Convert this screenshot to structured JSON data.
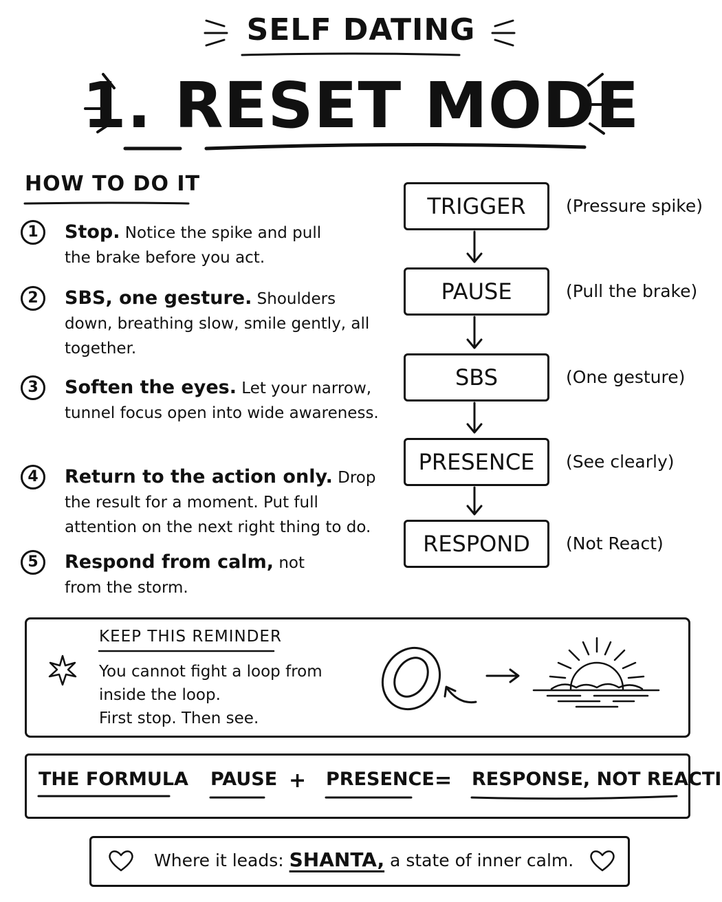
{
  "header": {
    "subtitle": "SELF DATING",
    "title": "1. RESET MODE"
  },
  "how_to": {
    "heading": "HOW TO DO IT",
    "steps": [
      {
        "num": "1",
        "title": "Stop.",
        "body": " Notice the spike and pull the brake before you act."
      },
      {
        "num": "2",
        "title": "SBS, one gesture.",
        "body": " Shoulders down, breathing slow, smile gently, all together."
      },
      {
        "num": "3",
        "title": "Soften the eyes.",
        "body": " Let your narrow, tunnel focus open into wide awareness."
      },
      {
        "num": "4",
        "title": "Return to the action only.",
        "body": " Drop the result for a moment. Put full attention on the next right thing to do."
      },
      {
        "num": "5",
        "title": "Respond from calm,",
        "body": " not from the storm."
      }
    ]
  },
  "flow": [
    {
      "label": "TRIGGER",
      "note": "(Pressure spike)"
    },
    {
      "label": "PAUSE",
      "note": "(Pull the brake)"
    },
    {
      "label": "SBS",
      "note": "(One gesture)"
    },
    {
      "label": "PRESENCE",
      "note": "(See clearly)"
    },
    {
      "label": "RESPOND",
      "note": "(Not React)"
    }
  ],
  "reminder": {
    "heading": "KEEP THIS REMINDER",
    "lines": [
      "You cannot fight a loop from",
      "inside the loop.",
      "First stop. Then see."
    ],
    "icons": [
      "sparkle-icon",
      "loop-icon",
      "arrow-right-icon",
      "sunrise-icon"
    ]
  },
  "formula": {
    "label": "THE FORMULA",
    "term1": "PAUSE",
    "plus": "+",
    "term2": "PRESENCE",
    "equals": "=",
    "result": "RESPONSE, NOT REACTION"
  },
  "leads": {
    "prefix": "Where it leads:",
    "highlight": "SHANTA,",
    "suffix": "a state of inner calm.",
    "icons": [
      "heart-icon",
      "heart-icon"
    ]
  }
}
